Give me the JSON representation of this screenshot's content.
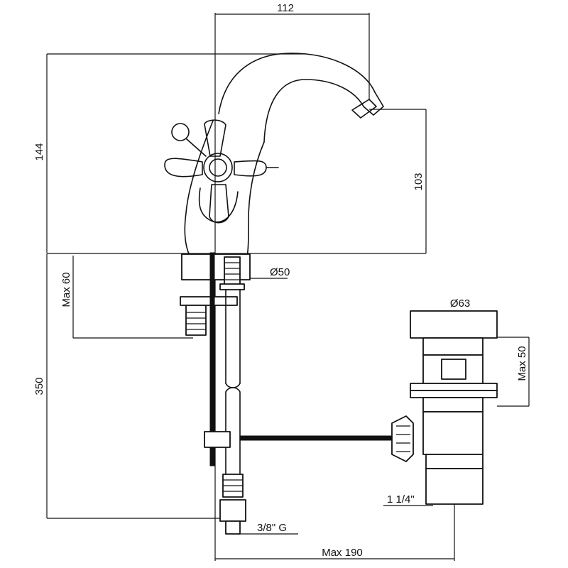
{
  "dimensions": {
    "spout_reach": "112",
    "total_height": "144",
    "spout_height": "103",
    "body_diameter": "Ø50",
    "max_deck_thickness": "Max 60",
    "hose_length": "350",
    "waste_head_diameter": "Ø63",
    "waste_max_thickness": "Max 50",
    "waste_thread": "1 1/4\"",
    "inlet_thread": "3/8\" G",
    "pull_rod_max": "Max 190"
  },
  "colors": {
    "line": "#111111",
    "background": "#ffffff"
  }
}
